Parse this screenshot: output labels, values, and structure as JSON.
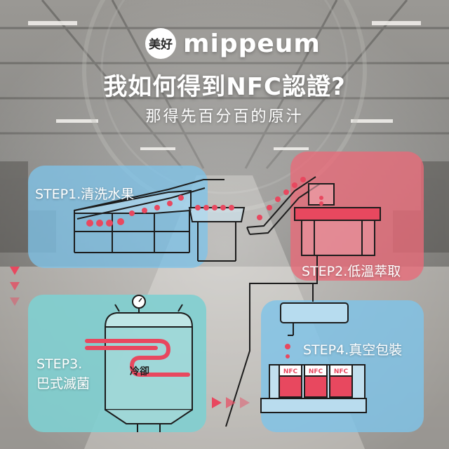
{
  "brand": {
    "name": "mippeum",
    "logo_glyph": "美好"
  },
  "title": "我如何得到NFC認證?",
  "subtitle": "那得先百分百的原汁",
  "steps": [
    {
      "label": "STEP1.清洗水果"
    },
    {
      "label": "STEP2.低溫萃取"
    },
    {
      "label_line1": "STEP3.",
      "label_line2": "巴式滅菌",
      "tag": "冷卻"
    },
    {
      "label": "STEP4.真空包裝",
      "box_label": "NFC"
    }
  ],
  "colors": {
    "blue_panel": "#7fc3e8",
    "red_panel": "#e96a78",
    "teal_panel": "#7fcfd0",
    "accent": "#e8485f",
    "line": "#1c1c1c"
  },
  "icons": [
    "logo-icon",
    "thermometer-gauge-icon",
    "play-arrow-icon"
  ]
}
